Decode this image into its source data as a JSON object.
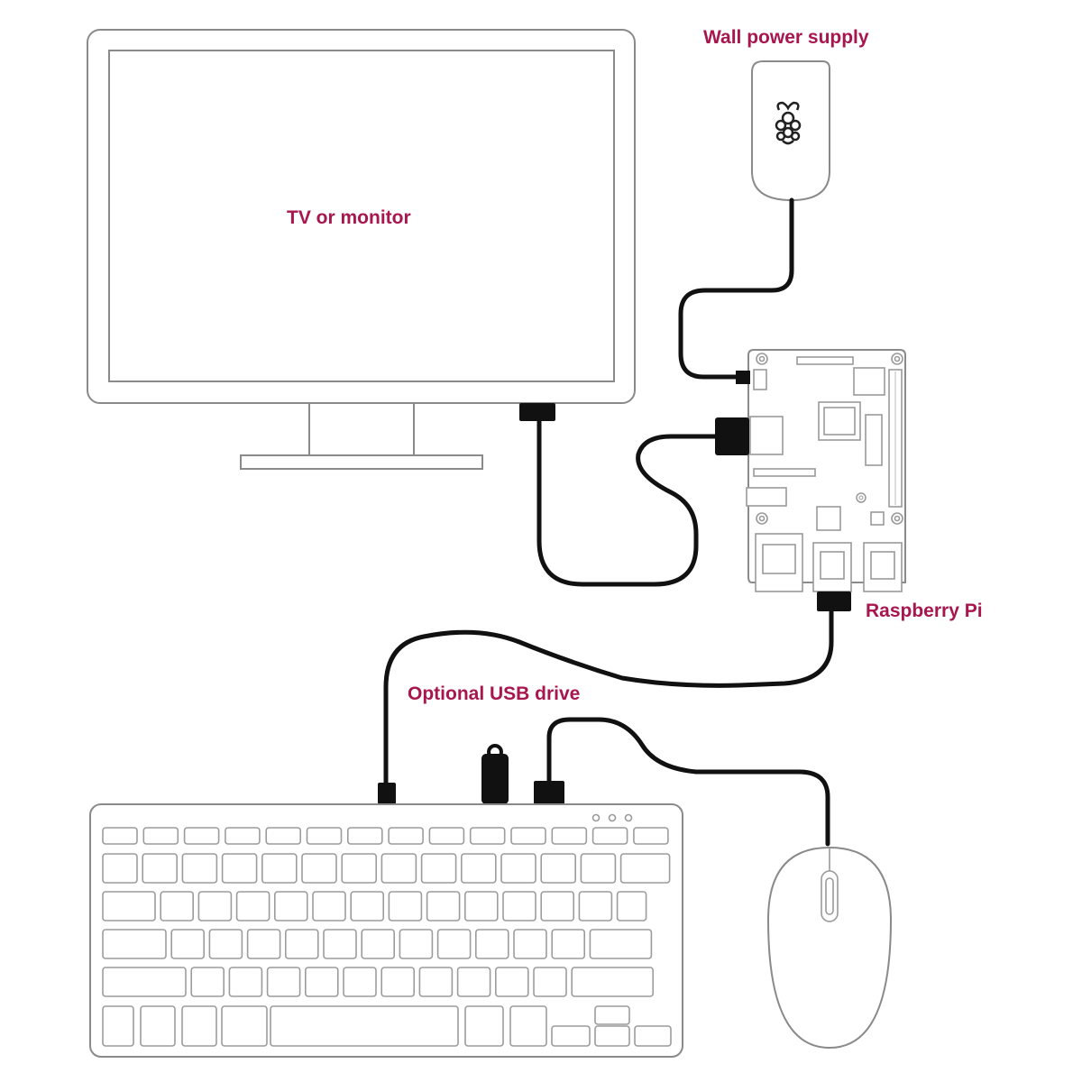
{
  "labels": {
    "monitor": "TV or monitor",
    "power_supply": "Wall power supply",
    "raspberry_pi": "Raspberry Pi",
    "usb_drive": "Optional USB drive"
  },
  "colors": {
    "label": "#a8164e",
    "outline": "#8a8a8a",
    "cable": "#111111"
  },
  "icons": {
    "power_supply_logo": "raspberry-logo-icon",
    "pi_logo": "raspberry-logo-icon"
  }
}
